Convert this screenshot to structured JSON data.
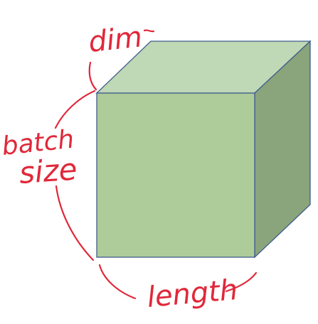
{
  "diagram": {
    "labels": {
      "dim": "dim",
      "batch": "batch",
      "size": "size",
      "length": "length"
    },
    "colors": {
      "front_face": "#aecb9a",
      "top_face": "#bfd8b5",
      "side_face": "#8aa47b",
      "edge": "#3f5e8c",
      "ink": "#e0283a"
    }
  }
}
